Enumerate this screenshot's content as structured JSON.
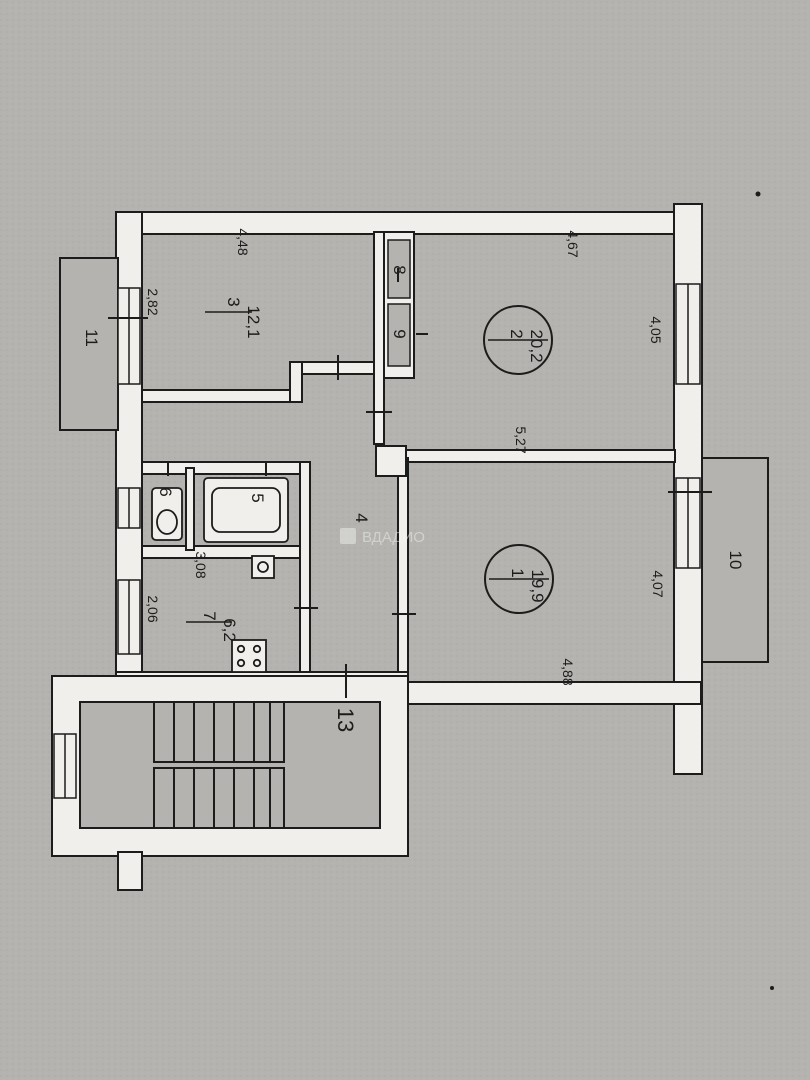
{
  "rooms": [
    {
      "id": "1",
      "area": "19,9"
    },
    {
      "id": "2",
      "area": "20,2"
    },
    {
      "id": "3",
      "area": "12,1"
    },
    {
      "id": "4"
    },
    {
      "id": "5"
    },
    {
      "id": "6"
    },
    {
      "id": "7",
      "area": "6,2"
    },
    {
      "id": "8"
    },
    {
      "id": "9"
    },
    {
      "id": "10"
    },
    {
      "id": "11"
    },
    {
      "id": "13"
    }
  ],
  "dimensions": {
    "room3_width": "4,48",
    "room3_depth": "2,82",
    "room2_width": "4,67",
    "room2_depth": "4,05",
    "room1_width": "5,27",
    "room1_depth": "4,07",
    "room1_width_bottom": "4,88",
    "room7_width": "3,08",
    "room7_depth": "2,06"
  },
  "watermark": "ВДАДИО",
  "colors": {
    "paper": "#b4b3af",
    "wall": "#f0efeb",
    "line": "#1c1c1c"
  }
}
